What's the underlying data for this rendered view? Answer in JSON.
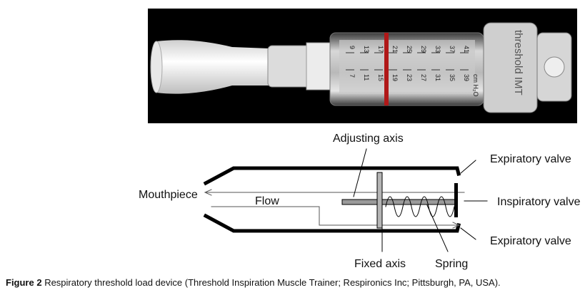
{
  "photo": {
    "unit_label": "cm H₂O",
    "brand": "threshold IMT",
    "scale_top": [
      "9",
      "13",
      "17",
      "21",
      "25",
      "29",
      "33",
      "37",
      "41"
    ],
    "scale_bottom": [
      "7",
      "11",
      "15",
      "19",
      "23",
      "27",
      "31",
      "35",
      "39"
    ]
  },
  "diagram": {
    "labels": {
      "adjusting_axis": "Adjusting axis",
      "expiratory_valve_top": "Expiratory valve",
      "mouthpiece": "Mouthpiece",
      "flow": "Flow",
      "inspiratory_valve": "Inspiratory valve",
      "expiratory_valve_bottom": "Expiratory valve",
      "fixed_axis": "Fixed axis",
      "spring": "Spring"
    }
  },
  "caption": {
    "figure_label": "Figure 2",
    "text": " Respiratory threshold load device (Threshold Inspiration Muscle Trainer; Respironics Inc; Pittsburgh, PA, USA)."
  }
}
